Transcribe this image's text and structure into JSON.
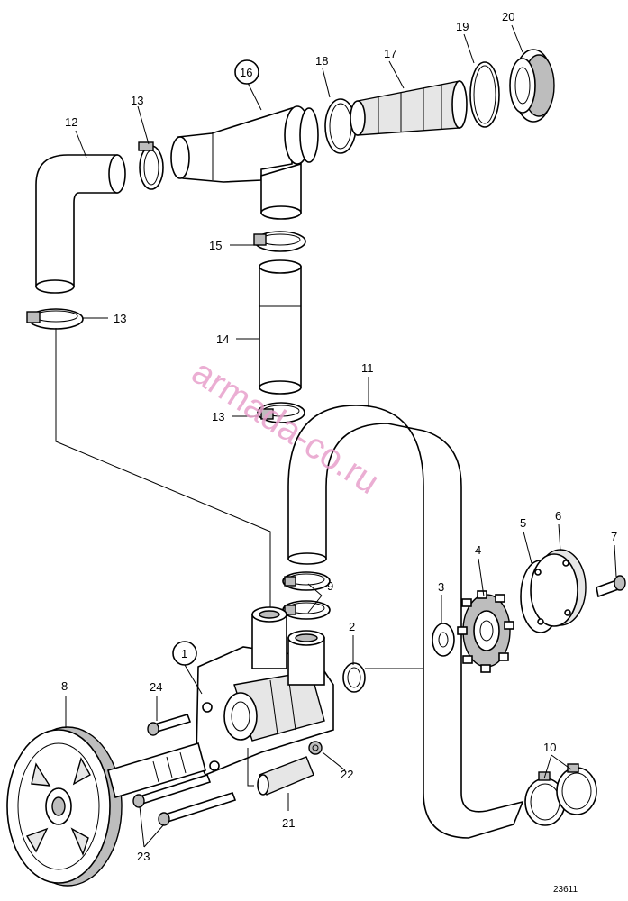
{
  "diagram": {
    "callouts": {
      "c1": "1",
      "c2": "2",
      "c3": "3",
      "c4": "4",
      "c5": "5",
      "c6": "6",
      "c7": "7",
      "c8": "8",
      "c9": "9",
      "c10": "10",
      "c11": "11",
      "c12": "12",
      "c13a": "13",
      "c13b": "13",
      "c13c": "13",
      "c14": "14",
      "c15": "15",
      "c16": "16",
      "c17": "17",
      "c18": "18",
      "c19": "19",
      "c20": "20",
      "c21": "21",
      "c22": "22",
      "c23": "23",
      "c24": "24"
    },
    "figure_number": "23611",
    "watermark": "armada-co.ru"
  }
}
